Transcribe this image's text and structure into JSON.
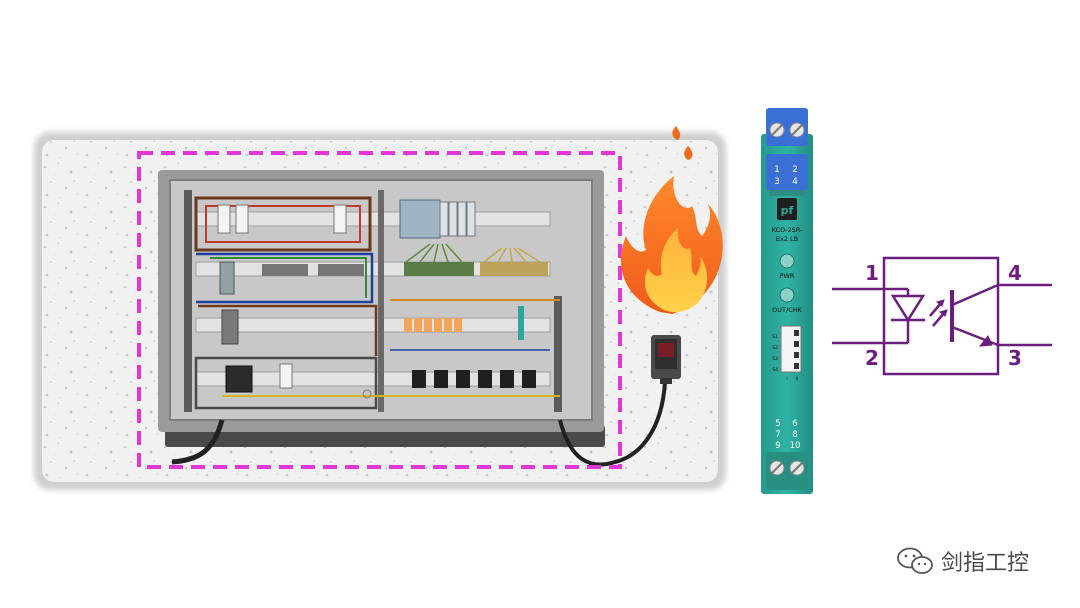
{
  "module": {
    "terminals_top": [
      "1",
      "2",
      "3",
      "4"
    ],
    "logo": "pf",
    "model_line1": "KCD-2SR-",
    "model_line2": "Ex2.LB",
    "led_pwr": "PWR",
    "led_out": "OUT/CHK",
    "switch_labels": [
      "S1",
      "S2",
      "S3",
      "S4"
    ],
    "switch_pos": [
      "I",
      "II"
    ],
    "terminals_bottom": [
      "5",
      "6",
      "7",
      "8",
      "9",
      "10"
    ],
    "color_body": "#2ba89a",
    "color_terminal": "#3a6fd6"
  },
  "optocoupler": {
    "pins": [
      "1",
      "2",
      "3",
      "4"
    ],
    "color": "#6b1e7d"
  },
  "hazard_zone": {
    "border_color": "#e236d6"
  },
  "flame": {
    "icon": "fire-icon"
  },
  "watermark": {
    "text": "剑指工控",
    "icon": "wechat-icon"
  }
}
